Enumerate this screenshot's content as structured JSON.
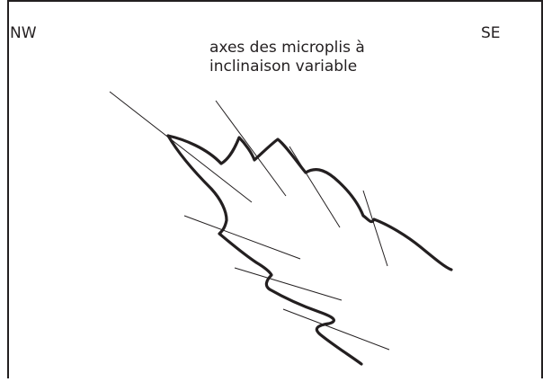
{
  "labels": {
    "left_direction": "NW",
    "right_direction": "SE",
    "caption_line1": "axes des microplis à",
    "caption_line2": "inclinaison variable"
  },
  "colors": {
    "ink": "#231f20",
    "background": "#ffffff"
  }
}
